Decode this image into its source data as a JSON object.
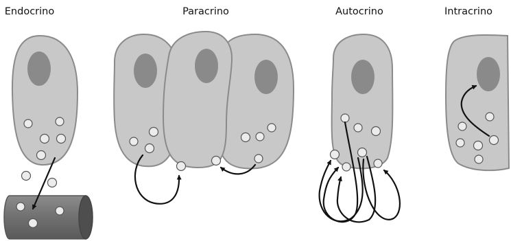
{
  "labels": {
    "endocrine": "Endocrino",
    "paracrine": "Paracrino",
    "autocrine": "Autocrino",
    "intracrine": "Intracrino"
  },
  "colors": {
    "cell_fill": "#c8c8c8",
    "cell_outline": "#8a8a8a",
    "nucleus": "#8a8a8a",
    "vesicle": "#ececec",
    "vessel": "#6e6e6e",
    "arrow": "#111111"
  }
}
